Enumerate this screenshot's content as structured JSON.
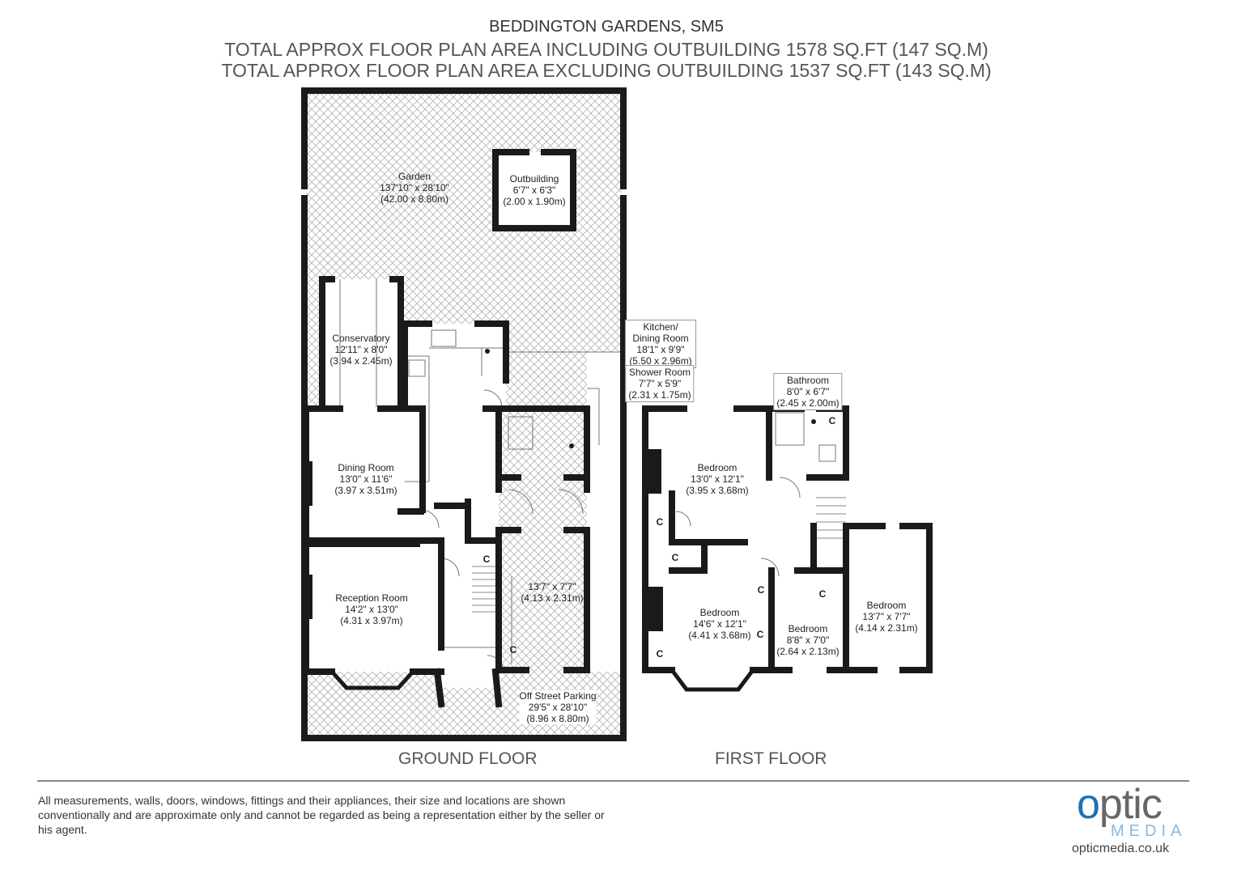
{
  "header": {
    "title": "BEDDINGTON GARDENS, SM5",
    "line_including": "TOTAL APPROX FLOOR PLAN AREA INCLUDING OUTBUILDING 1578 SQ.FT (147 SQ.M)",
    "line_excluding": "TOTAL APPROX FLOOR PLAN AREA EXCLUDING OUTBUILDING 1537 SQ.FT (143 SQ.M)"
  },
  "ground_floor": {
    "label": "GROUND FLOOR",
    "rooms": [
      {
        "name": "Garden",
        "imperial": "137'10\" x 28'10\"",
        "metric": "(42.00 x 8.80m)"
      },
      {
        "name": "Outbuilding",
        "imperial": "6'7\" x 6'3\"",
        "metric": "(2.00 x 1.90m)"
      },
      {
        "name": "Conservatory",
        "imperial": "12'11\" x 8'0\"",
        "metric": "(3.94 x 2.45m)"
      },
      {
        "name": "Kitchen/ Dining Room",
        "imperial": "18'1\" x 9'9\"",
        "metric": "(5.50 x 2.96m)"
      },
      {
        "name": "Shower Room",
        "imperial": "7'7\" x 5'9\"",
        "metric": "(2.31 x 1.75m)"
      },
      {
        "name": "Dining Room",
        "imperial": "13'0\" x 11'6\"",
        "metric": "(3.97 x 3.51m)"
      },
      {
        "name": "",
        "imperial": "13'7\" x 7'7\"",
        "metric": "(4.13 x 2.31m)"
      },
      {
        "name": "Reception Room",
        "imperial": "14'2\" x 13'0\"",
        "metric": "(4.31 x 3.97m)"
      },
      {
        "name": "Off Street Parking",
        "imperial": "29'5\" x 28'10\"",
        "metric": "(8.96 x 8.80m)"
      }
    ],
    "cupboard_label": "C"
  },
  "first_floor": {
    "label": "FIRST FLOOR",
    "rooms": [
      {
        "name": "Bathroom",
        "imperial": "8'0\" x 6'7\"",
        "metric": "(2.45 x 2.00m)"
      },
      {
        "name": "Bedroom",
        "imperial": "13'0\" x 12'1\"",
        "metric": "(3.95 x 3.68m)"
      },
      {
        "name": "Bedroom",
        "imperial": "14'6\" x 12'1\"",
        "metric": "(4.41 x 3.68m)"
      },
      {
        "name": "Bedroom",
        "imperial": "8'8\" x 7'0\"",
        "metric": "(2.64 x 2.13m)"
      },
      {
        "name": "Bedroom",
        "imperial": "13'7\" x 7'7\"",
        "metric": "(4.14 x 2.31m)"
      }
    ]
  },
  "footer": {
    "disclaimer": "All measurements, walls, doors, windows, fittings and their appliances, their size and locations are shown conventionally and are approximate only and cannot be regarded as being a representation either by the seller or his agent.",
    "logo_text": "opticMEDIA",
    "logo_word_o": "o",
    "logo_word_rest": "ptic",
    "logo_media": "MEDIA",
    "url": "opticmedia.co.uk"
  },
  "colors": {
    "wall": "#1a1a1a",
    "hatch": "#bbbbbb",
    "logo_blue": "#1b73b3",
    "logo_grey": "#666666"
  }
}
